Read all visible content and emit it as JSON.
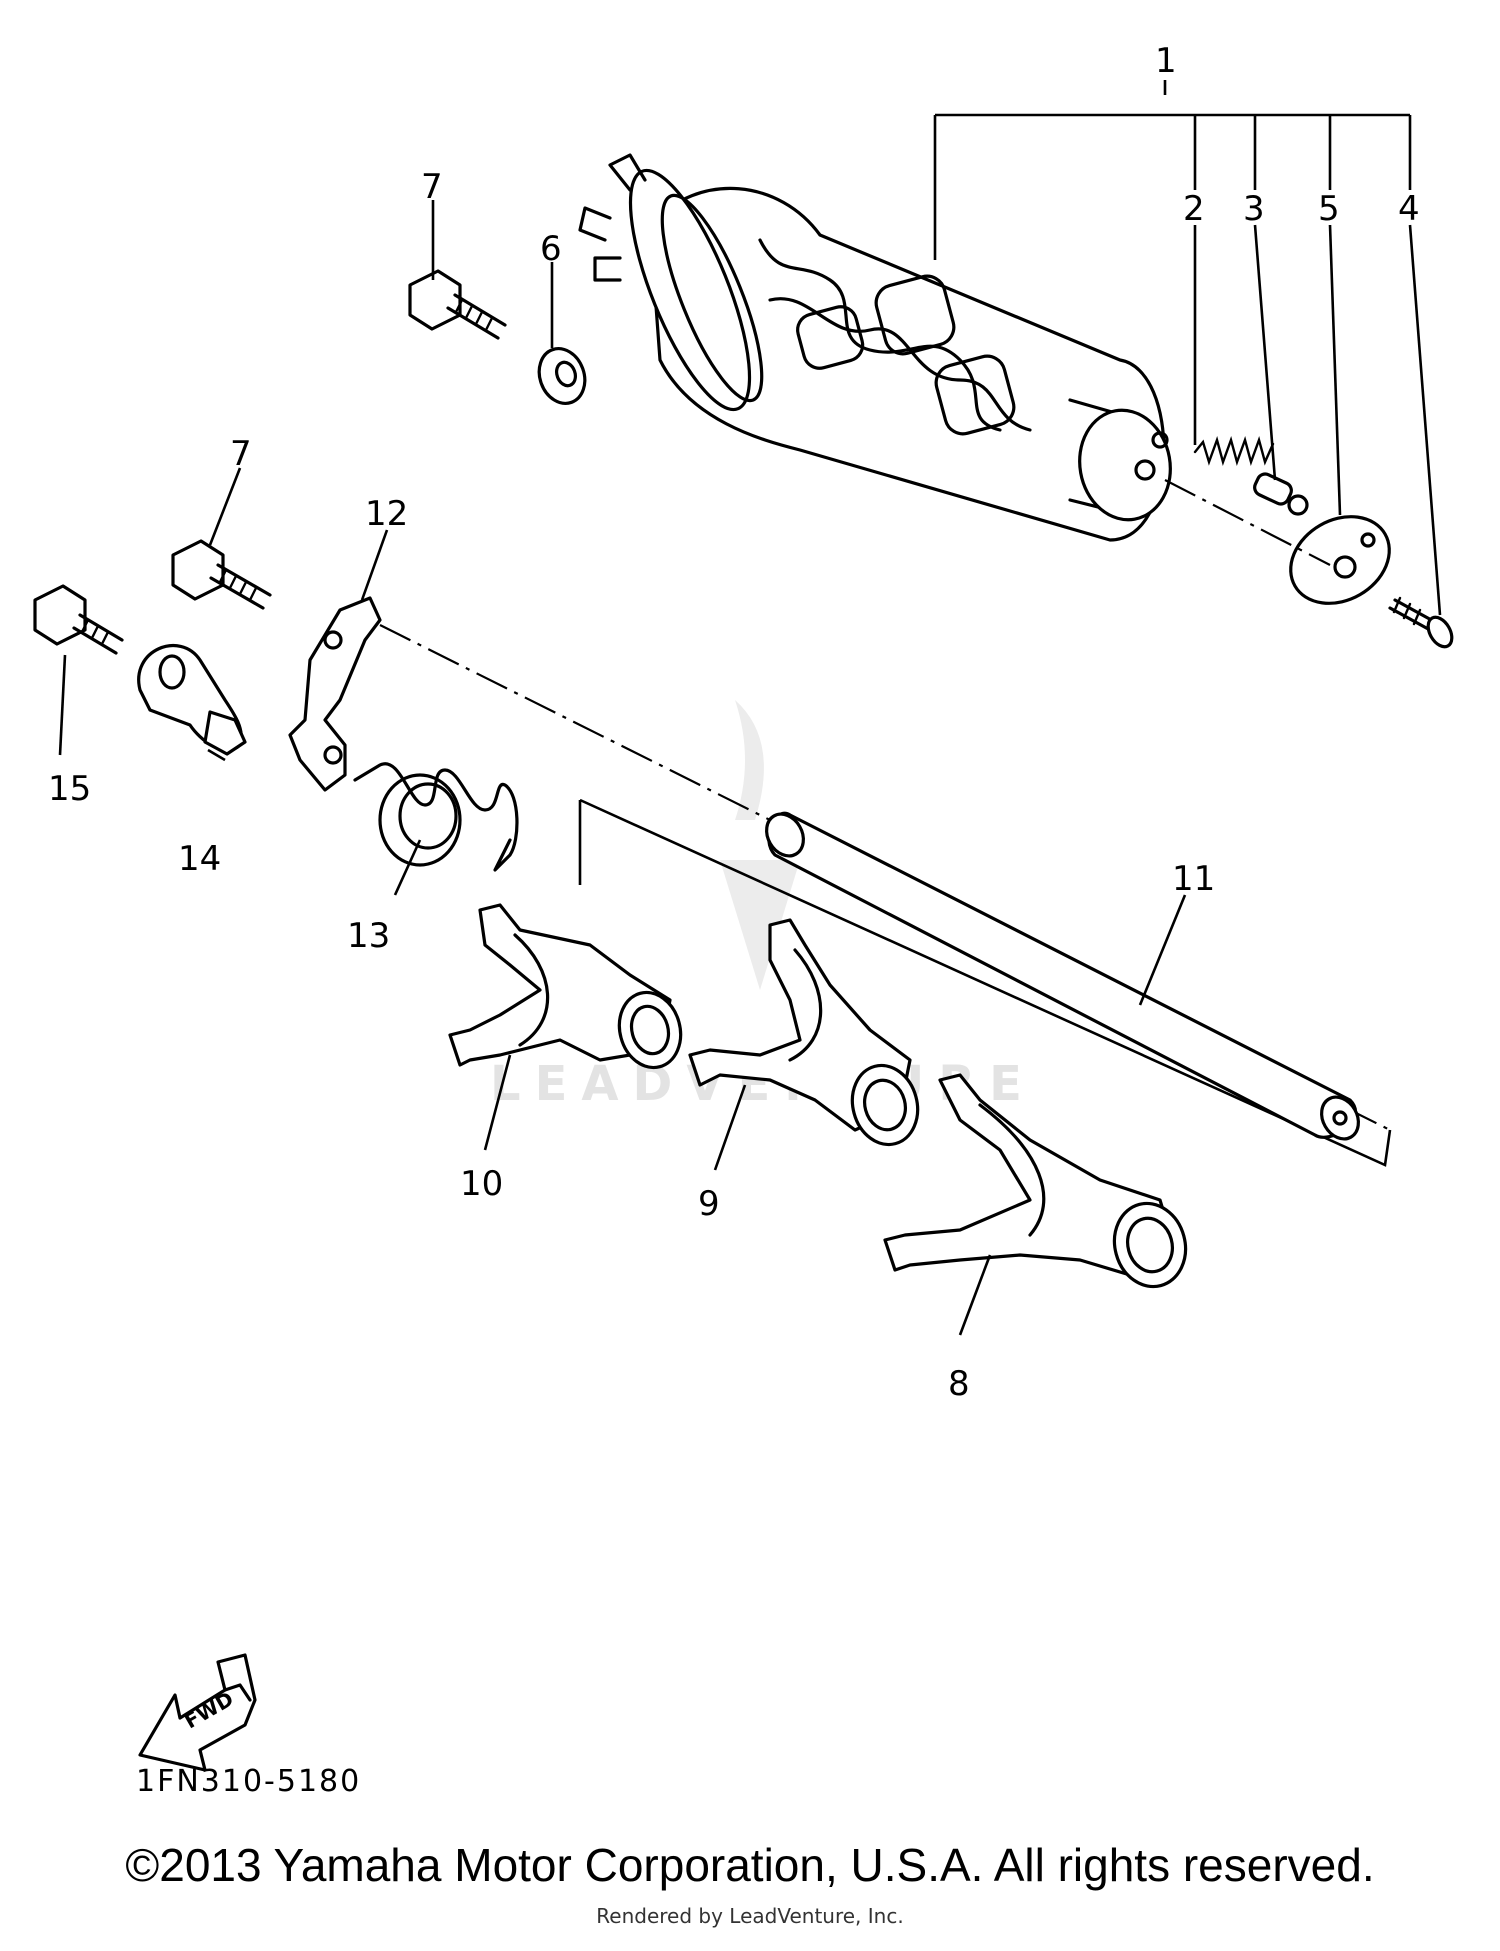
{
  "diagram": {
    "callouts": {
      "c1": "1",
      "c2": "2",
      "c3": "3",
      "c4": "4",
      "c5": "5",
      "c6": "6",
      "c7a": "7",
      "c7b": "7",
      "c8": "8",
      "c9": "9",
      "c10": "10",
      "c11": "11",
      "c12": "12",
      "c13": "13",
      "c14": "14",
      "c15": "15"
    },
    "fwd_label": "FWD",
    "watermark": "LEADVENTURE"
  },
  "footer": {
    "diagram_code": "1FN310-5180",
    "copyright": "©2013 Yamaha Motor Corporation, U.S.A. All rights reserved.",
    "rendered_by": "Rendered by LeadVenture, Inc."
  }
}
